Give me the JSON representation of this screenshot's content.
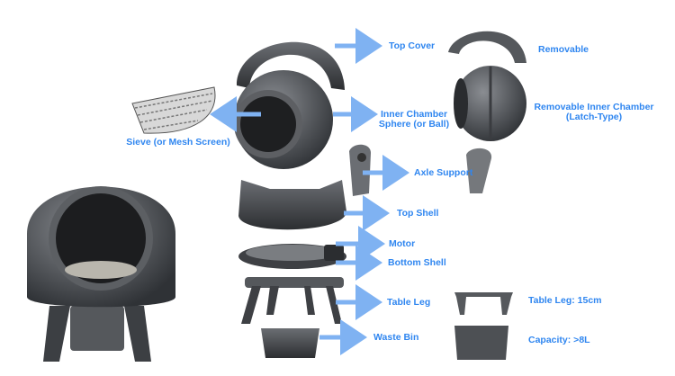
{
  "labels": {
    "top_cover": "Top Cover",
    "removable": "Removable",
    "inner_chamber_1": "Inner Chamber",
    "inner_chamber_2": "Sphere (or Ball)",
    "removable_inner_1": "Removable Inner Chamber",
    "removable_inner_2": "(Latch-Type)",
    "sieve": "Sieve (or Mesh Screen)",
    "axle_support": "Axle Support",
    "top_shell": "Top Shell",
    "motor": "Motor",
    "bottom_shell": "Bottom Shell",
    "table_leg": "Table Leg",
    "waste_bin": "Waste Bin",
    "table_leg_size": "Table Leg: 15cm",
    "capacity": "Capacity: >8L"
  },
  "colors": {
    "label": "#2f86f0",
    "arrow": "#7fb2f2",
    "part": "#4a4d52"
  }
}
